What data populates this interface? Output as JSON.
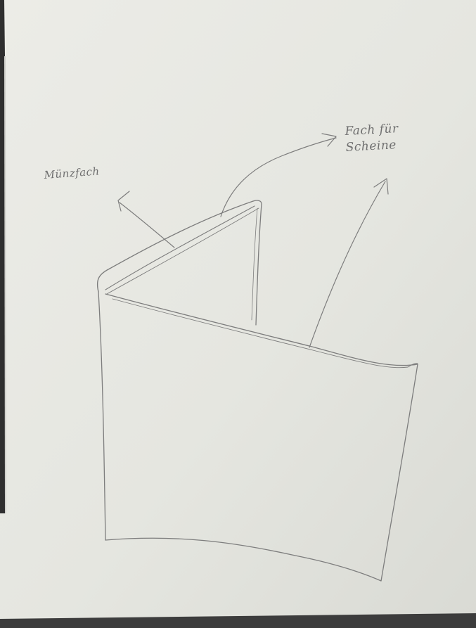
{
  "sketch": {
    "subject": "wallet-sketch",
    "labels": {
      "coin_pocket": "Münzfach",
      "note_compartment": "Fach für\nScheine"
    },
    "colors": {
      "paper": "#e7e7e1",
      "paper_shadow": "#d6d7d1",
      "pencil": "#7c7c7c",
      "left_edge_dark": "#333333",
      "bottom_edge": "#3c3c3c"
    }
  }
}
